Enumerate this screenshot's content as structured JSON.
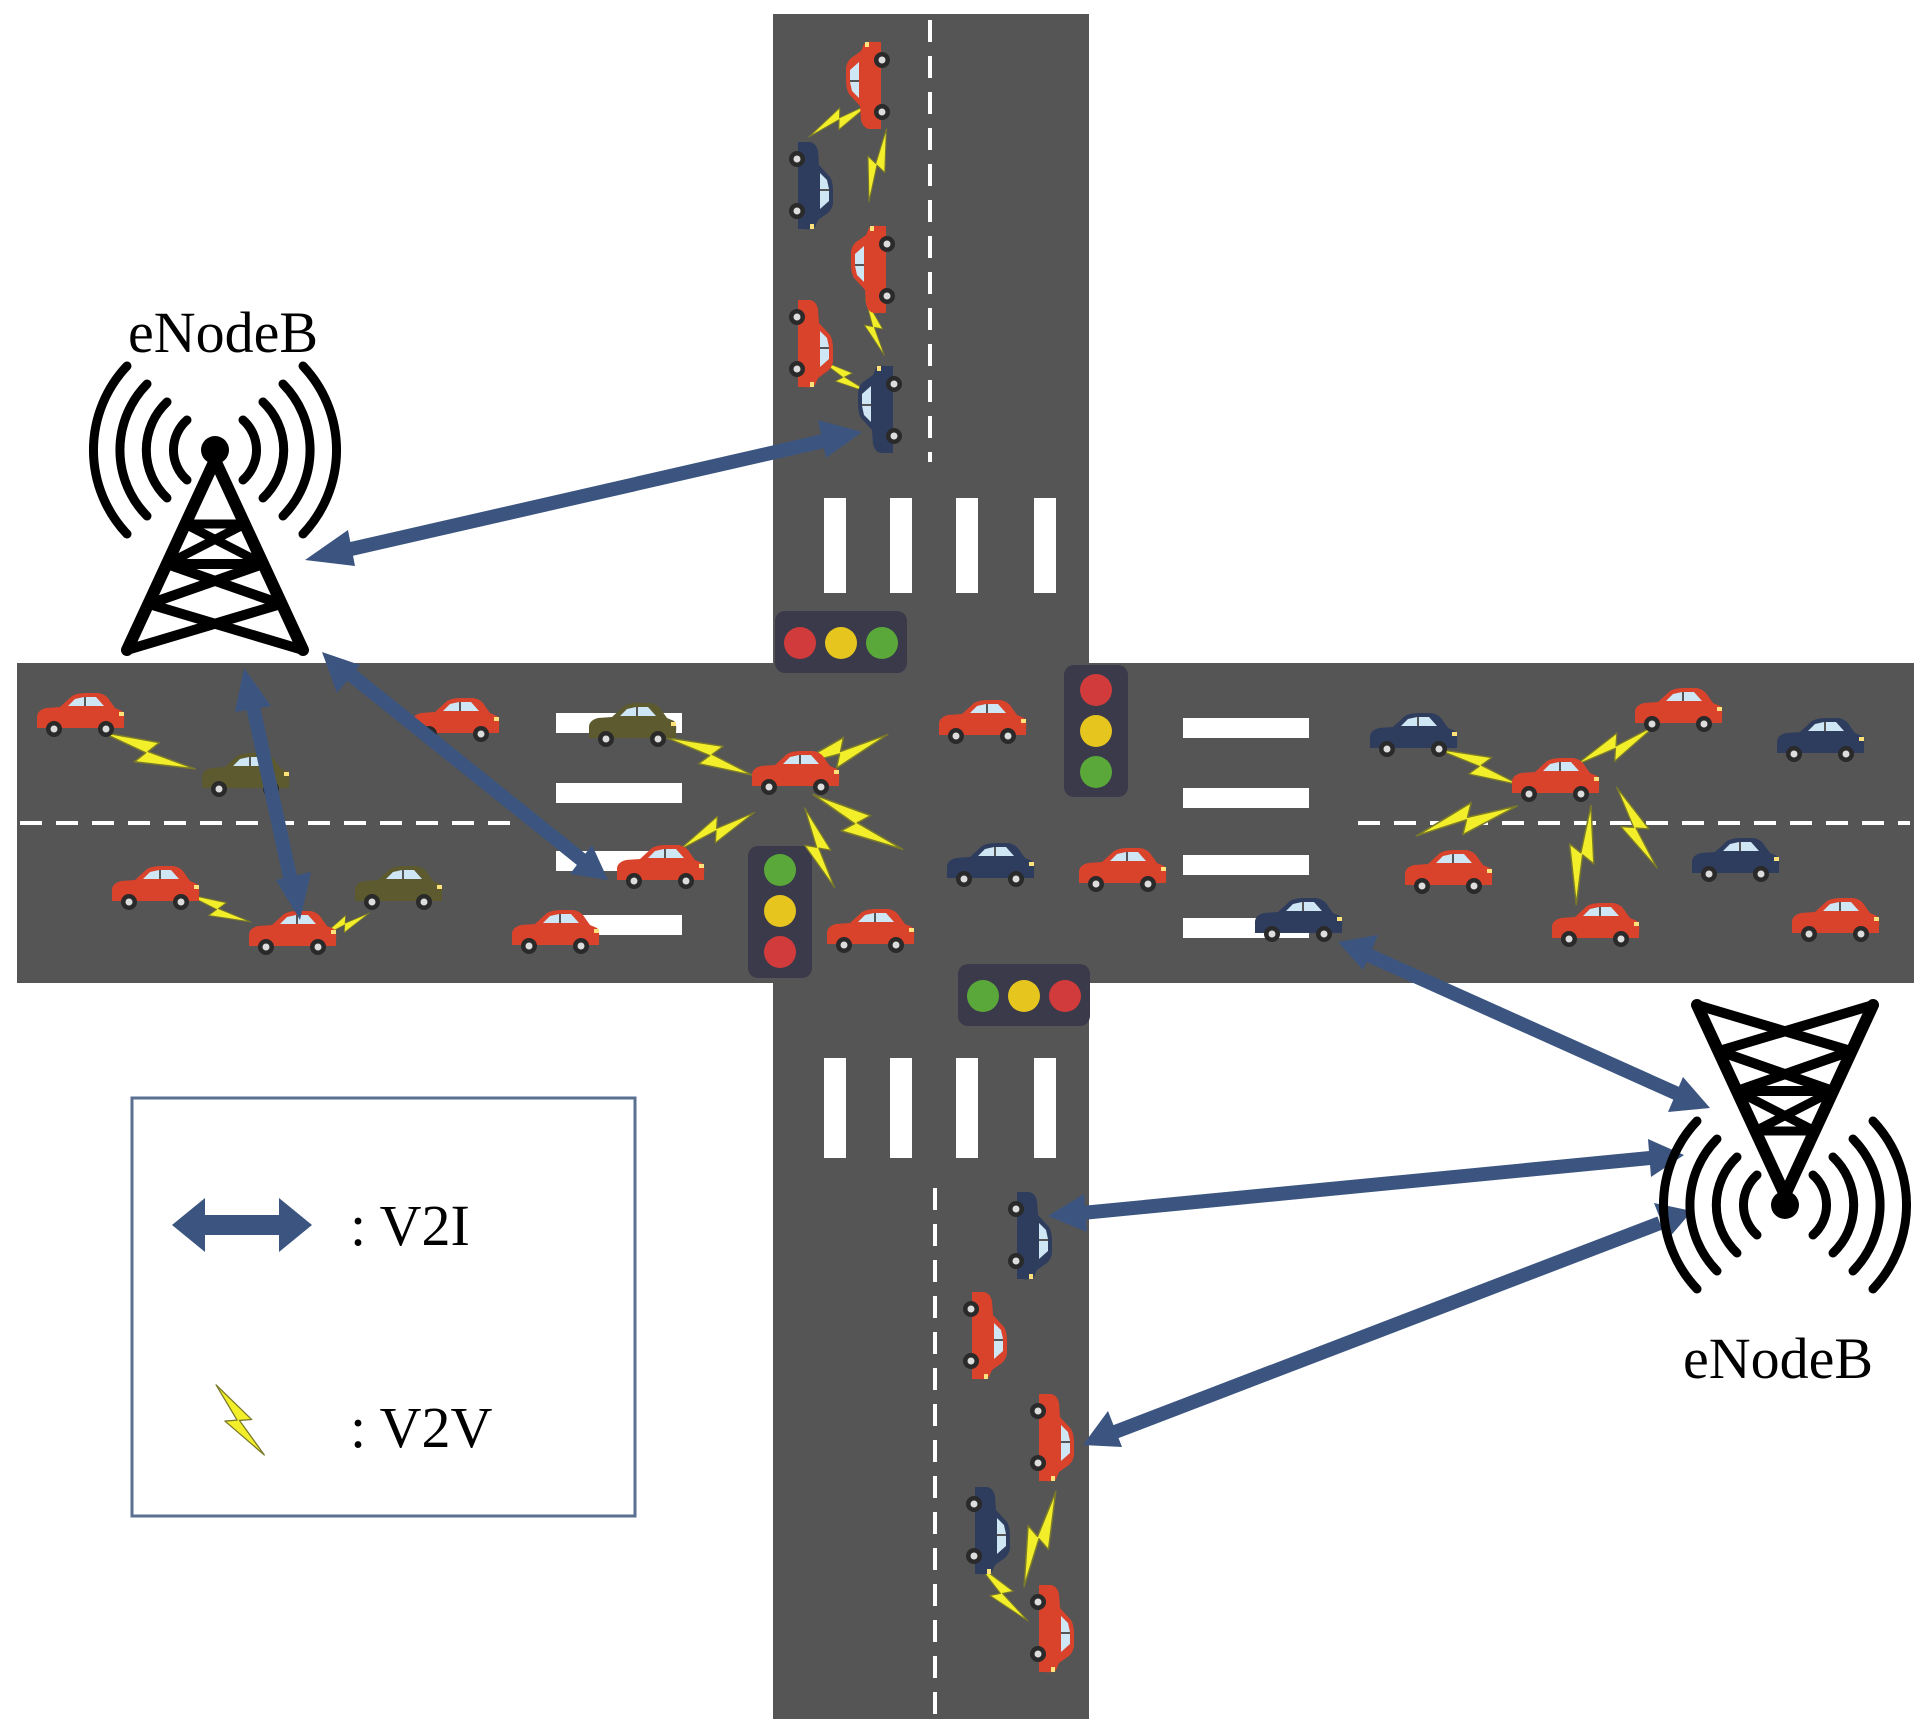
{
  "base_stations": [
    {
      "id": "top-left",
      "label": "eNodeB"
    },
    {
      "id": "bottom-right",
      "label": "eNodeB"
    }
  ],
  "legend": {
    "items": [
      {
        "key": "v2i",
        "label": ": V2I",
        "icon": "double-arrow-icon"
      },
      {
        "key": "v2v",
        "label": ": V2V",
        "icon": "lightning-bolt-icon"
      }
    ]
  },
  "colors": {
    "road": "#555555",
    "marking": "#ffffff",
    "v2i_arrow": "#3b5580",
    "v2v_bolt": "#f2ee2a",
    "car_red": "#d9432b",
    "car_navy": "#2e3c5e",
    "car_olive": "#5c5a2e",
    "light_red": "#d23b3b",
    "light_yellow": "#e6c51f",
    "light_green": "#5aa83a",
    "light_housing": "#3a3a4a"
  }
}
